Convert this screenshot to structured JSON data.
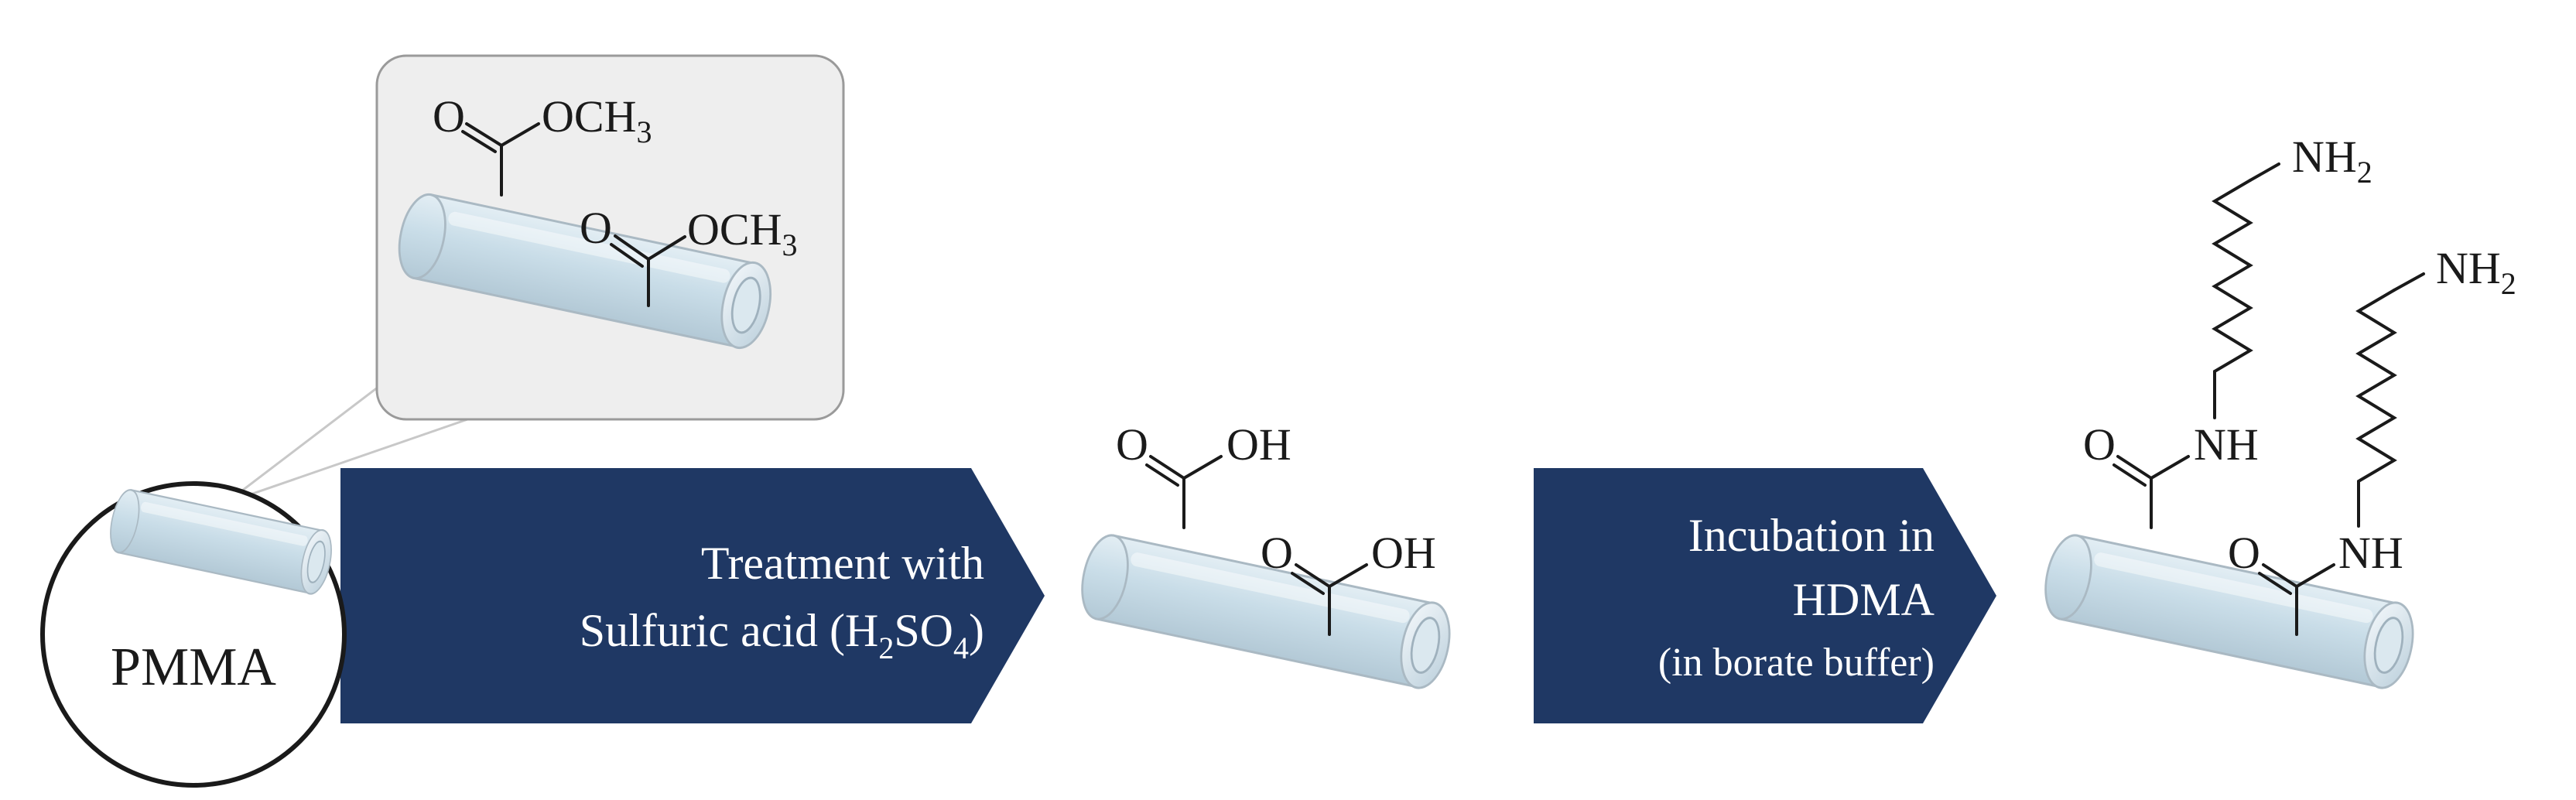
{
  "start": {
    "label": "PMMA",
    "groups": [
      {
        "carbonyl": "O",
        "ester": "OCH",
        "subscript": "3"
      },
      {
        "carbonyl": "O",
        "ester": "OCH",
        "subscript": "3"
      }
    ]
  },
  "step1": {
    "line1": "Treatment with",
    "line2_prefix": "Sulfuric acid (H",
    "line2_sub1": "2",
    "line2_mid": "SO",
    "line2_sub2": "4",
    "line2_suffix": ")"
  },
  "intermediate": {
    "groups": [
      {
        "carbonyl": "O",
        "acid": "OH"
      },
      {
        "carbonyl": "O",
        "acid": "OH"
      }
    ]
  },
  "step2": {
    "line1": "Incubation in",
    "line2": "HDMA",
    "line3": "(in borate buffer)"
  },
  "product": {
    "groups": [
      {
        "carbonyl": "O",
        "amide": "NH",
        "amine": "NH",
        "amine_sub": "2"
      },
      {
        "carbonyl": "O",
        "amide": "NH",
        "amine": "NH",
        "amine_sub": "2"
      }
    ]
  },
  "colors": {
    "arrow": "#1f3864",
    "tube_fill": "#cfe0ea",
    "inset_bg": "#eeeeee",
    "inset_border": "#9a9a9a"
  }
}
